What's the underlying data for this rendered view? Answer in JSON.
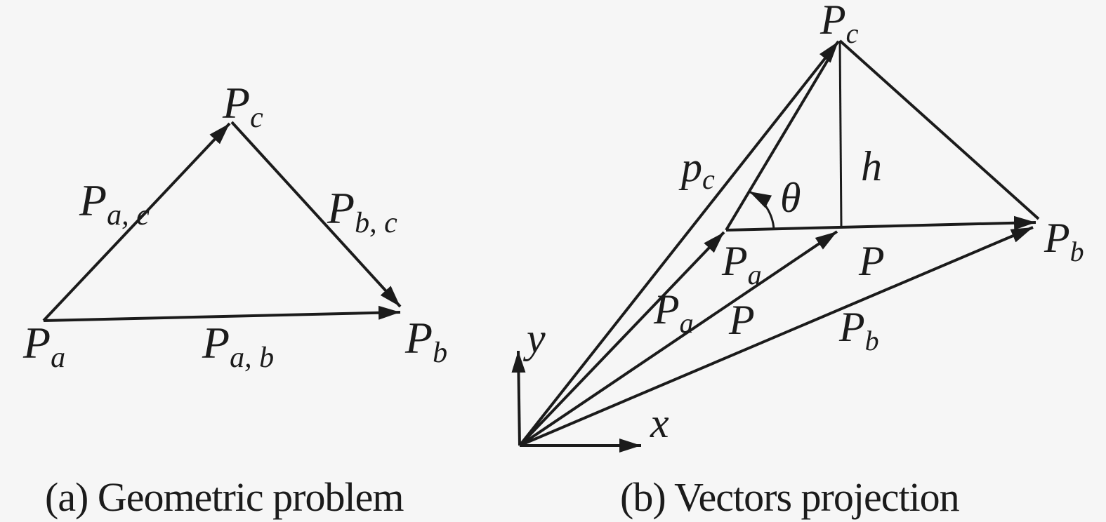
{
  "figure": {
    "background_color": "#f6f6f6",
    "ink_color": "#1b1b1b",
    "panel_a": {
      "caption": "(a) Geometric problem",
      "labels": {
        "vertex_pc": {
          "main": "P",
          "sub": "c"
        },
        "edge_pac": {
          "main": "P",
          "sub": "a, c"
        },
        "edge_pbc": {
          "main": "P",
          "sub": "b, c"
        },
        "vertex_pa": {
          "main": "P",
          "sub": "a"
        },
        "edge_pab": {
          "main": "P",
          "sub": "a, b"
        },
        "vertex_pb": {
          "main": "P",
          "sub": "b"
        }
      }
    },
    "panel_b": {
      "caption": "(b) Vectors projection",
      "labels": {
        "point_pc": {
          "main": "P",
          "sub": "c"
        },
        "vector_pc": {
          "main": "p",
          "sub": "c"
        },
        "theta": {
          "main": "θ"
        },
        "height": {
          "main": "h"
        },
        "point_pa": {
          "main": "P",
          "sub": "a"
        },
        "point_p": {
          "main": "P"
        },
        "point_pb": {
          "main": "P",
          "sub": "b"
        },
        "vector_pa": {
          "main": "P",
          "sub": "a"
        },
        "vector_p": {
          "main": "P"
        },
        "vector_pb": {
          "main": "P",
          "sub": "b"
        },
        "axis_y": {
          "main": "y"
        },
        "axis_x": {
          "main": "x"
        }
      }
    }
  }
}
